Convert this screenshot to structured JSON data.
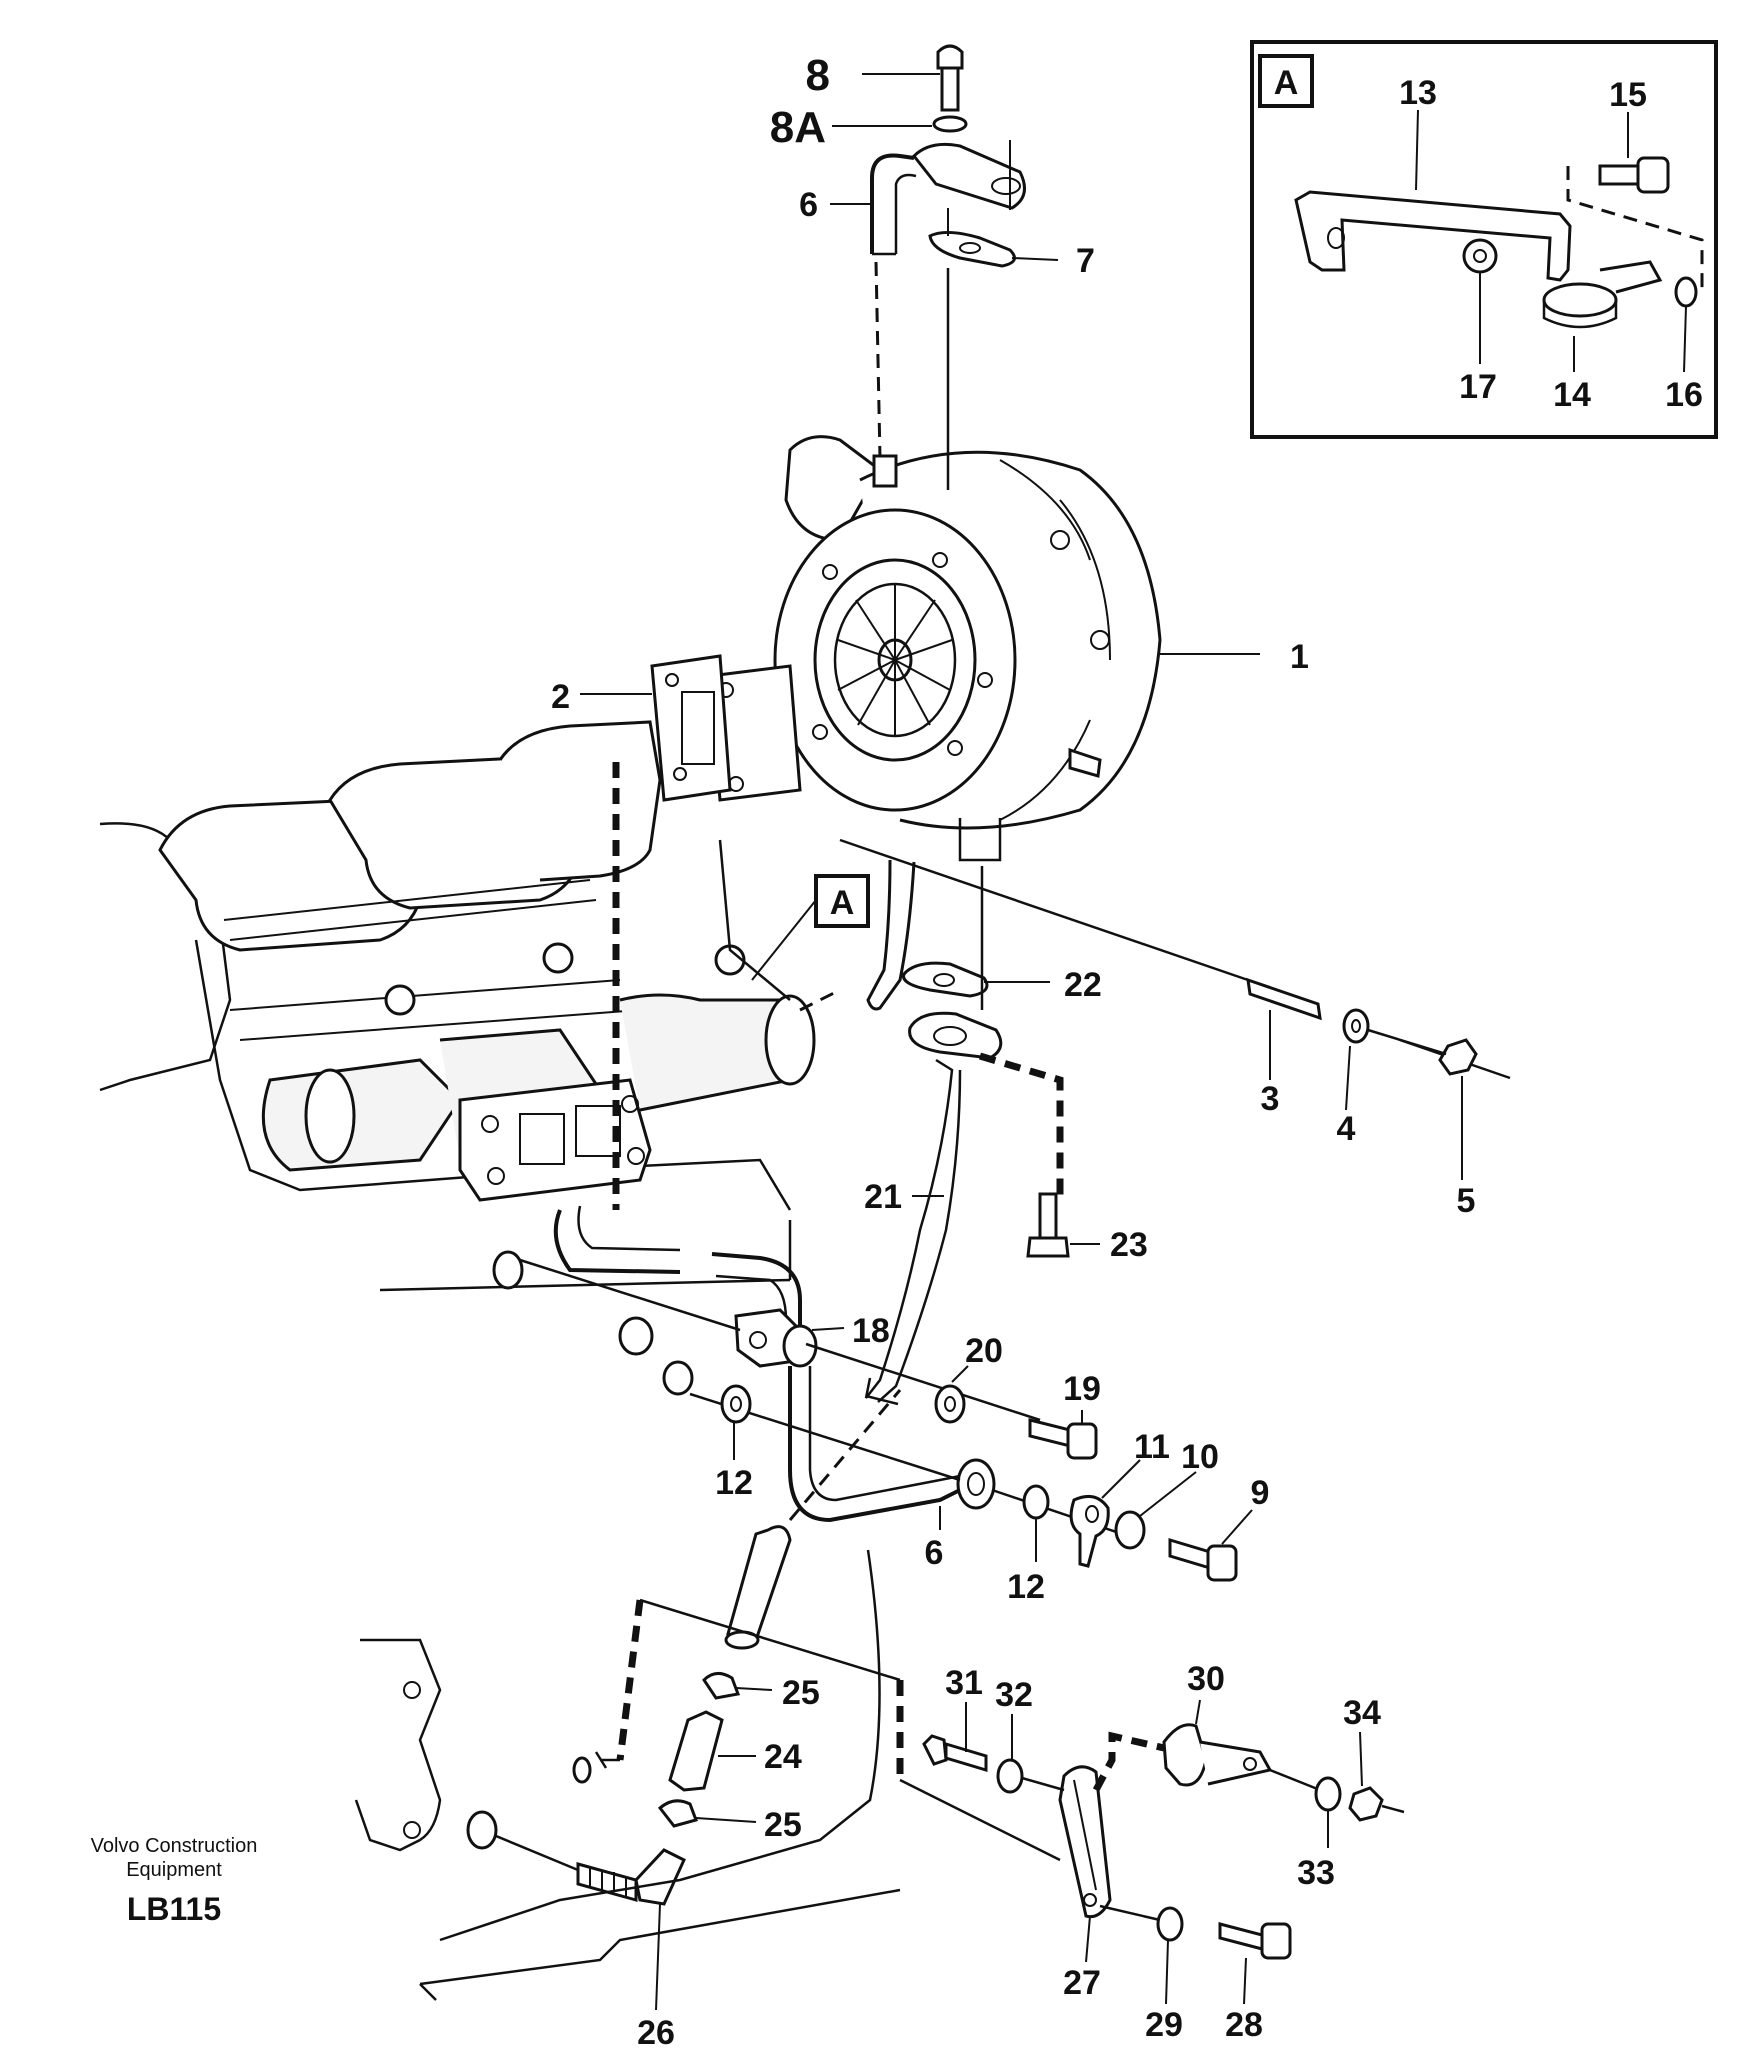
{
  "figure": {
    "credit_line1": "Volvo Construction",
    "credit_line2": "Equipment",
    "code": "LB115"
  },
  "detail_view": {
    "tag": "A",
    "labels": [
      "13",
      "15",
      "17",
      "14",
      "16"
    ]
  },
  "main_view": {
    "callout_tag": "A"
  },
  "callouts": {
    "p1": "1",
    "p2": "2",
    "p3": "3",
    "p4": "4",
    "p5": "5",
    "p6_top": "6",
    "p6_low": "6",
    "p7": "7",
    "p8": "8",
    "p8a": "8A",
    "p9": "9",
    "p10": "10",
    "p11": "11",
    "p12_left": "12",
    "p12_right": "12",
    "p13": "13",
    "p14": "14",
    "p15": "15",
    "p16": "16",
    "p17": "17",
    "p18": "18",
    "p19": "19",
    "p20": "20",
    "p21": "21",
    "p22": "22",
    "p23": "23",
    "p24": "24",
    "p25_top": "25",
    "p25_low": "25",
    "p26": "26",
    "p27": "27",
    "p28": "28",
    "p29": "29",
    "p30": "30",
    "p31": "31",
    "p32": "32",
    "p33": "33",
    "p34": "34"
  }
}
